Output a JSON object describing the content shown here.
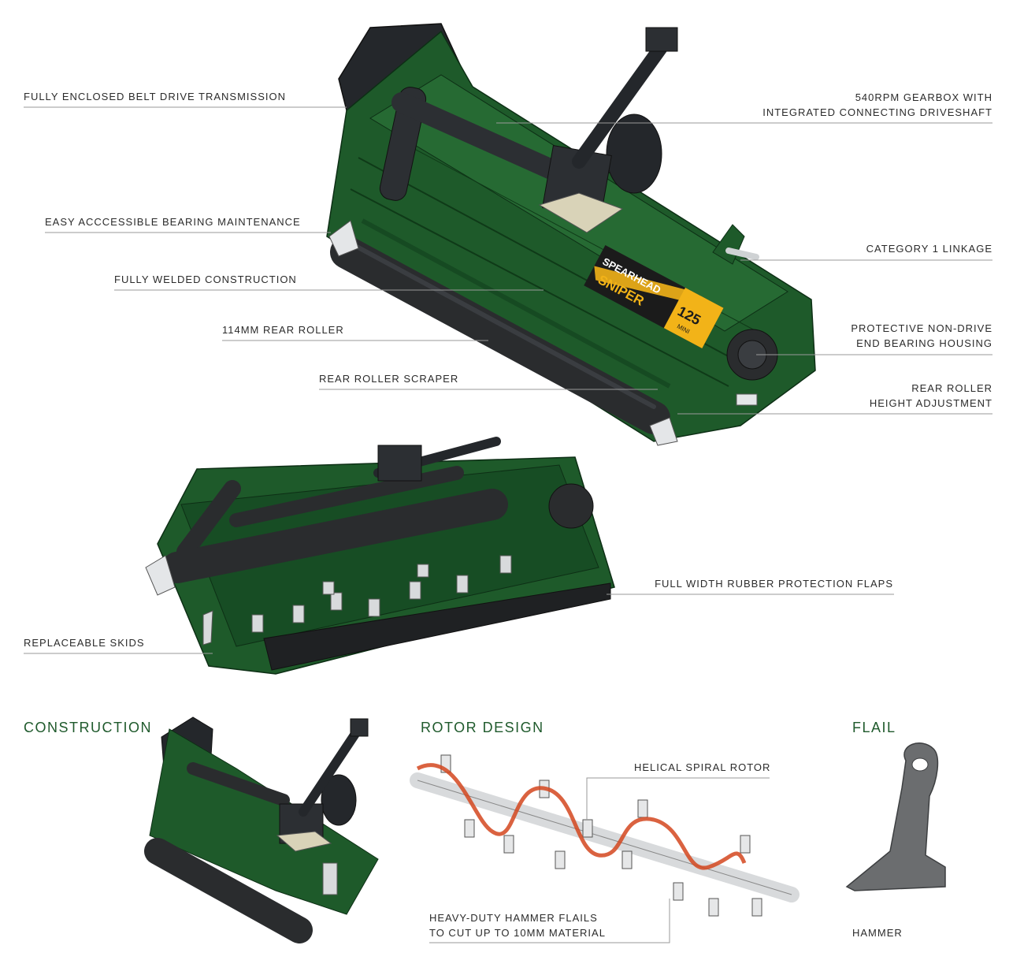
{
  "callouts": {
    "belt_drive": "FULLY ENCLOSED BELT DRIVE TRANSMISSION",
    "gearbox_line1": "540RPM GEARBOX WITH",
    "gearbox_line2": "INTEGRATED CONNECTING DRIVESHAFT",
    "bearing_maintenance": "EASY ACCCESSIBLE BEARING MAINTENANCE",
    "linkage": "CATEGORY 1 LINKAGE",
    "welded": "FULLY WELDED CONSTRUCTION",
    "rear_roller": "114MM REAR ROLLER",
    "housing_line1": "PROTECTIVE NON-DRIVE",
    "housing_line2": "END BEARING HOUSING",
    "scraper": "REAR ROLLER SCRAPER",
    "height_line1": "REAR ROLLER",
    "height_line2": "HEIGHT ADJUSTMENT",
    "flaps": "FULL WIDTH RUBBER PROTECTION FLAPS",
    "skids": "REPLACEABLE SKIDS",
    "helical": "HELICAL SPIRAL ROTOR",
    "hammer_flails_line1": "HEAVY-DUTY HAMMER FLAILS",
    "hammer_flails_line2": "TO CUT UP TO 10MM MATERIAL",
    "hammer": "HAMMER"
  },
  "sections": {
    "construction": "CONSTRUCTION",
    "rotor_design": "ROTOR DESIGN",
    "flail": "FLAIL"
  },
  "decal": {
    "brand_top": "SPEARHEAD",
    "brand_bottom": "SNIPER",
    "model_number": "125",
    "model_suffix": "MINI"
  },
  "colors": {
    "body_green": "#1e5a2a",
    "dark_green": "#133d1c",
    "roller_black": "#2a2c2e",
    "decal_yellow": "#f2b318",
    "section_green": "#1f5a2c",
    "helix_red": "#d4471f",
    "steel": "#d8dadc"
  }
}
